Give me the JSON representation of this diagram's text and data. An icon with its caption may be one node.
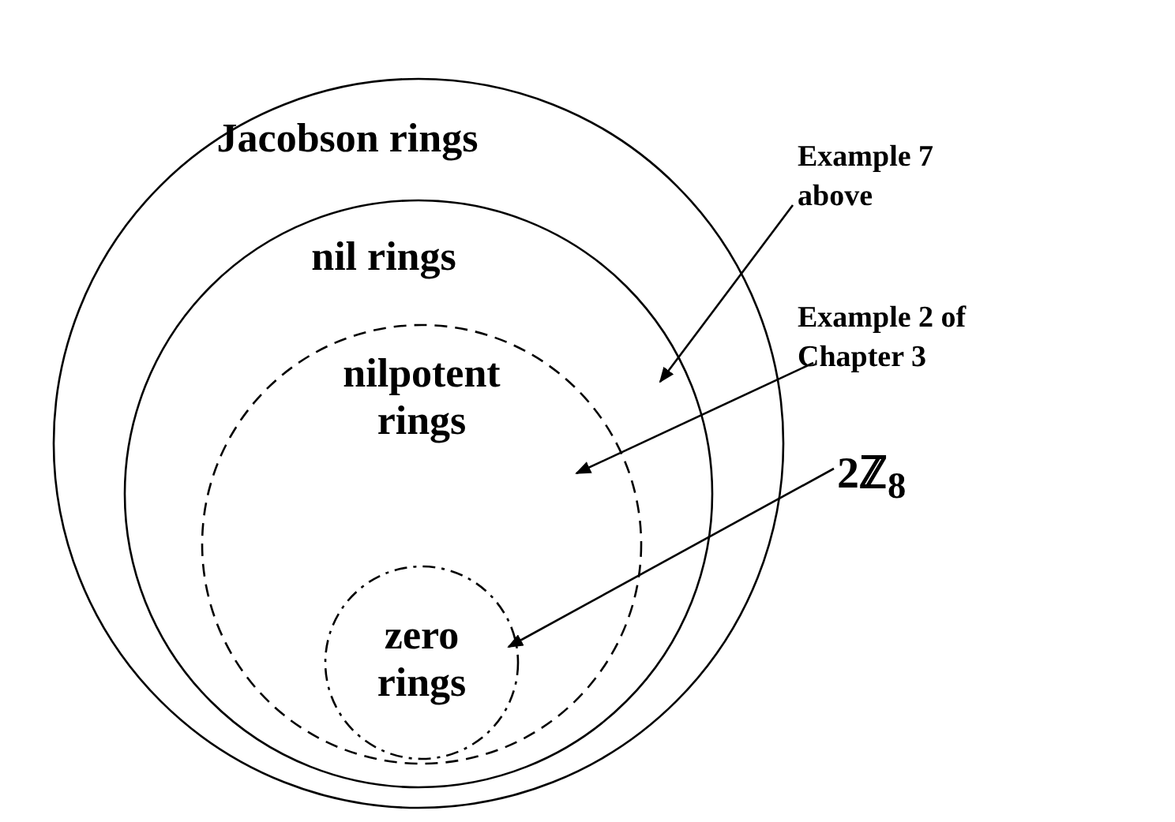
{
  "diagram": {
    "nodes": [
      {
        "text": [
          "Jacobson rings"
        ]
      },
      {
        "text": [
          "nil rings"
        ],
        "in": 0
      },
      {
        "text": [
          "nilpotent rings"
        ],
        "in": 1
      },
      {
        "text": [
          "zero rings"
        ],
        "in": 2
      },
      {
        "text": [
          "Example 7 above"
        ]
      },
      {
        "text": [
          "Example 2 of Chapter 3"
        ]
      },
      {
        "text": [
          "2ℤ$_{8}$"
        ]
      }
    ],
    "edges": [
      {
        "from": 4,
        "to": 1,
        "arrow": "to"
      },
      {
        "from": 5,
        "to": 2,
        "arrow": "to"
      },
      {
        "from": 6,
        "to": 3,
        "arrow": "to"
      }
    ]
  }
}
